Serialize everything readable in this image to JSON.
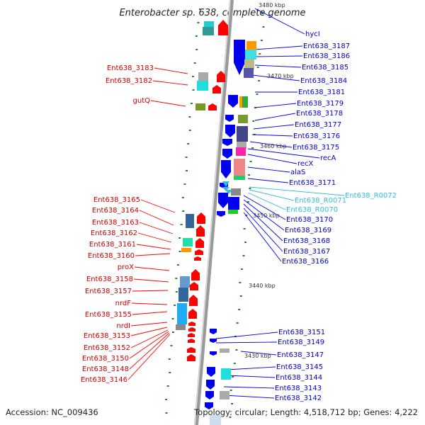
{
  "title": "Enterobacter sp. 638, complete genome",
  "footer": {
    "accession": "Accession: NC_009436",
    "summary": "Topology: circular; Length: 4,518,712 bp; Genes: 4,222"
  },
  "colors": {
    "forward_gene": "#ff0000",
    "reverse_gene": "#0000ee",
    "rna_gene": "#33bbdd",
    "backbone": "#999999",
    "gc_tick": "#228822"
  },
  "kbp_marks": [
    "3480 kbp",
    "3470 kbp",
    "3460 kbp",
    "3450 kbp",
    "3440 kbp",
    "3430 kbp"
  ],
  "left_labels": [
    "Ent638_3183",
    "Ent638_3182",
    "gutQ",
    "Ent638_3165",
    "Ent638_3164",
    "Ent638_3163",
    "Ent638_3162",
    "Ent638_3161",
    "Ent638_3160",
    "proX",
    "Ent638_3158",
    "Ent638_3157",
    "nrdF",
    "Ent638_3155",
    "nrdI",
    "Ent638_3153",
    "Ent638_3152",
    "Ent638_3150",
    "Ent638_3148",
    "Ent638_3146"
  ],
  "right_labels": [
    "hycI",
    "Ent638_3187",
    "Ent638_3186",
    "Ent638_3185",
    "Ent638_3184",
    "Ent638_3181",
    "Ent638_3179",
    "Ent638_3178",
    "Ent638_3177",
    "Ent638_3176",
    "Ent638_3175",
    "recA",
    "recX",
    "alaS",
    "Ent638_3171",
    "Ent638_R0072",
    "Ent638_R0071",
    "Ent638_R0070",
    "Ent638_3170",
    "Ent638_3169",
    "Ent638_3168",
    "Ent638_3167",
    "Ent638_3166",
    "Ent638_3151",
    "Ent638_3149",
    "Ent638_3147",
    "Ent638_3145",
    "Ent638_3144",
    "Ent638_3143",
    "Ent638_3142"
  ]
}
